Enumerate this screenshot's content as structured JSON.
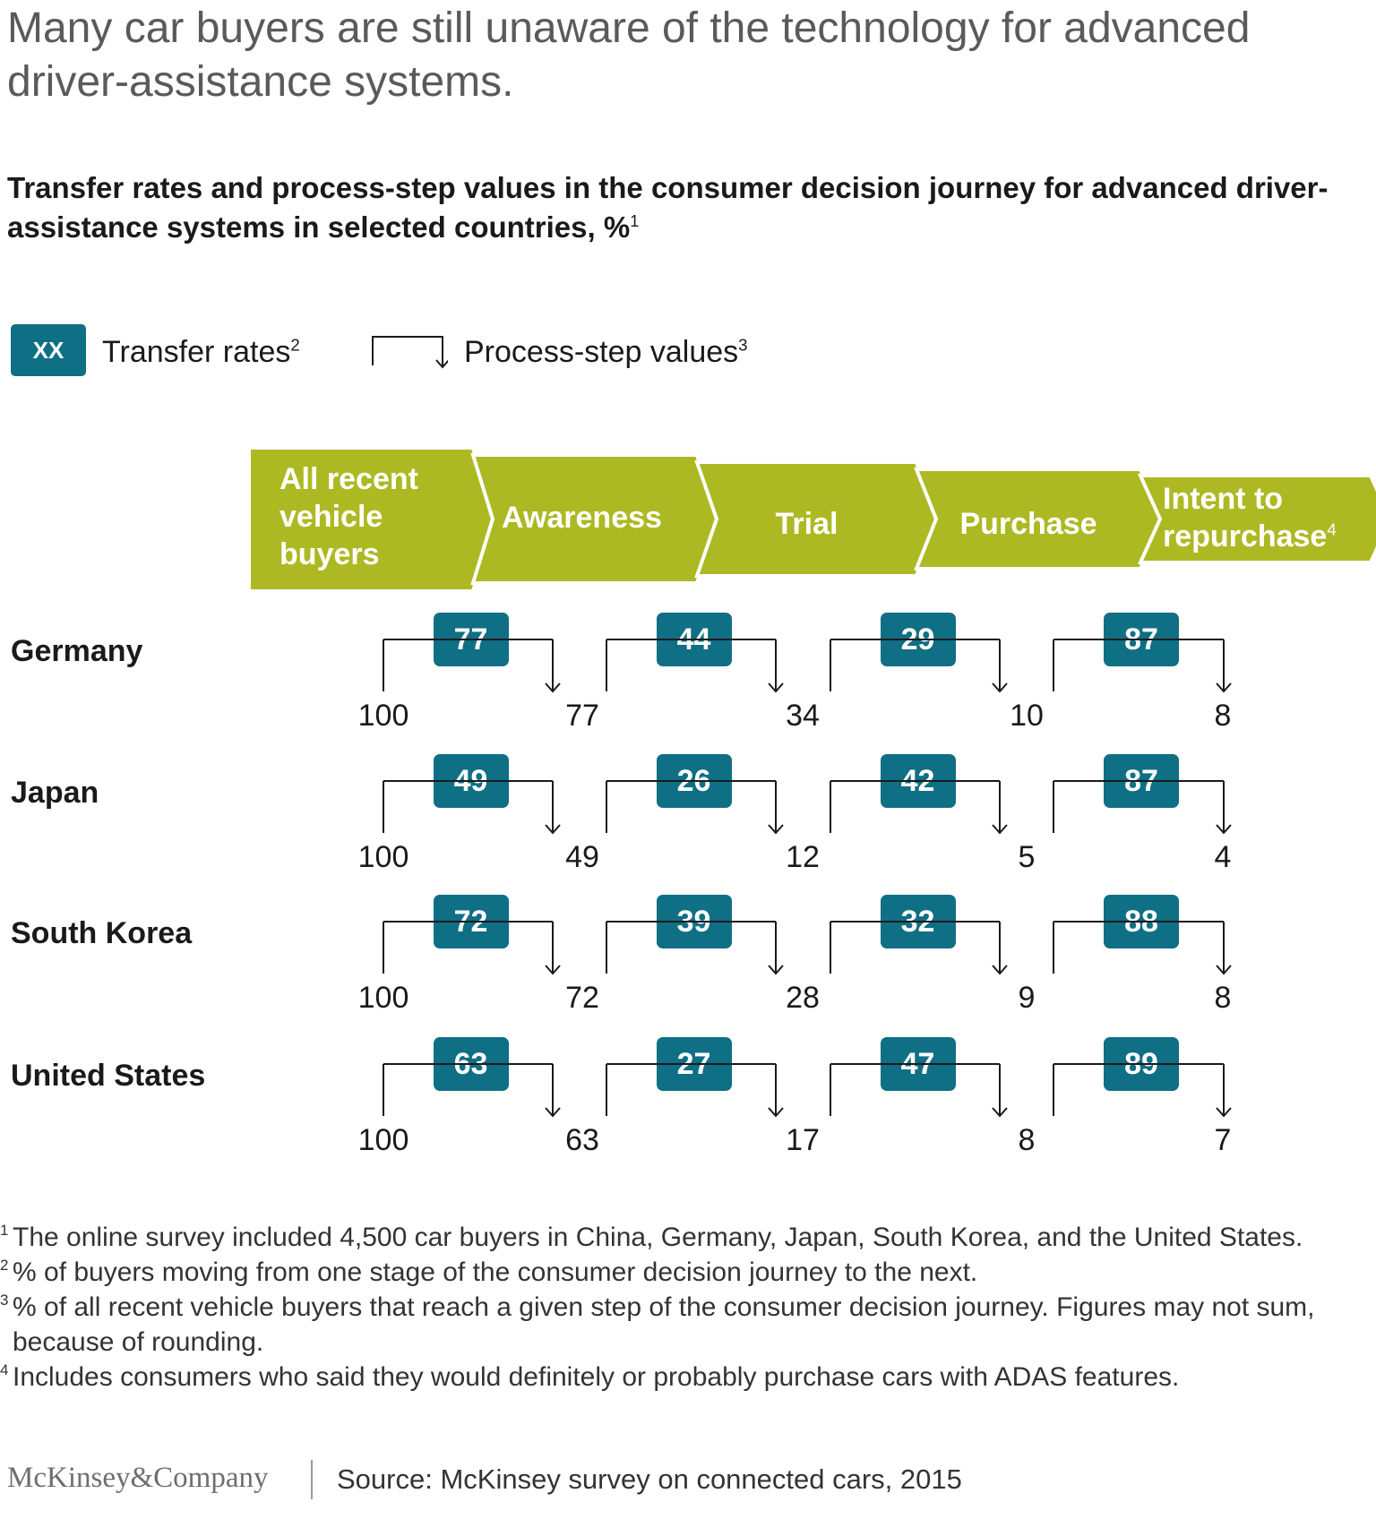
{
  "headline": "Many car buyers are still unaware of the technology for advanced driver-assistance systems.",
  "subtitle": "Transfer rates and process-step values in the consumer decision journey for advanced driver-assistance systems in selected countries, %",
  "subtitle_note": "1",
  "legend": {
    "box_label": "XX",
    "transfer_label": "Transfer rates",
    "transfer_note": "2",
    "process_label": "Process-step values",
    "process_note": "3"
  },
  "colors": {
    "stage_fill": "#adb923",
    "rate_box": "#0f6f85",
    "text": "#1a1a1a"
  },
  "chart_data": {
    "type": "table",
    "stages": [
      {
        "label": "All recent vehicle buyers",
        "note": ""
      },
      {
        "label": "Awareness",
        "note": ""
      },
      {
        "label": "Trial",
        "note": ""
      },
      {
        "label": "Purchase",
        "note": ""
      },
      {
        "label": "Intent to repurchase",
        "note": "4"
      }
    ],
    "countries": [
      {
        "name": "Germany",
        "transfer_rates": [
          77,
          44,
          29,
          87
        ],
        "process_values": [
          100,
          77,
          34,
          10,
          8
        ]
      },
      {
        "name": "Japan",
        "transfer_rates": [
          49,
          26,
          42,
          87
        ],
        "process_values": [
          100,
          49,
          12,
          5,
          4
        ]
      },
      {
        "name": "South Korea",
        "transfer_rates": [
          72,
          39,
          32,
          88
        ],
        "process_values": [
          100,
          72,
          28,
          9,
          8
        ]
      },
      {
        "name": "United States",
        "transfer_rates": [
          63,
          27,
          47,
          89
        ],
        "process_values": [
          100,
          63,
          17,
          8,
          7
        ]
      }
    ]
  },
  "footnotes": [
    {
      "num": "1",
      "text": "The online survey included 4,500 car buyers in China, Germany, Japan, South Korea, and the United States."
    },
    {
      "num": "2",
      "text": "% of buyers moving from one stage of the consumer decision journey to the next."
    },
    {
      "num": "3",
      "text": "% of all recent vehicle buyers that reach a given step of the consumer decision journey. Figures may not sum, because of rounding."
    },
    {
      "num": "4",
      "text": "Includes consumers who said they would definitely or probably purchase cars with ADAS features."
    }
  ],
  "brand": "McKinsey&Company",
  "source": "Source: McKinsey survey on connected cars, 2015"
}
